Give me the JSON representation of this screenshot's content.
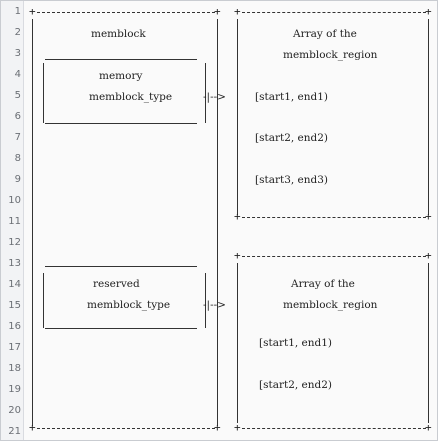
{
  "line_numbers": [
    "1",
    "2",
    "3",
    "4",
    "5",
    "6",
    "7",
    "8",
    "9",
    "10",
    "11",
    "12",
    "13",
    "14",
    "15",
    "16",
    "17",
    "18",
    "19",
    "20",
    "21"
  ],
  "left_box": {
    "title": "memblock",
    "memory_region": {
      "name": "memory",
      "type": "memblock_type"
    },
    "reserved_region": {
      "name": "reserved",
      "type": "memblock_type"
    }
  },
  "arrow": "-|-->",
  "right_top": {
    "title_line1": "Array of the",
    "title_line2": "memblock_region",
    "entries": [
      "[start1, end1)",
      "[start2, end2)",
      "[start3, end3)"
    ]
  },
  "right_bottom": {
    "title_line1": "Array of the",
    "title_line2": "memblock_region",
    "entries": [
      "[start1, end1)",
      "[start2, end2)"
    ]
  }
}
